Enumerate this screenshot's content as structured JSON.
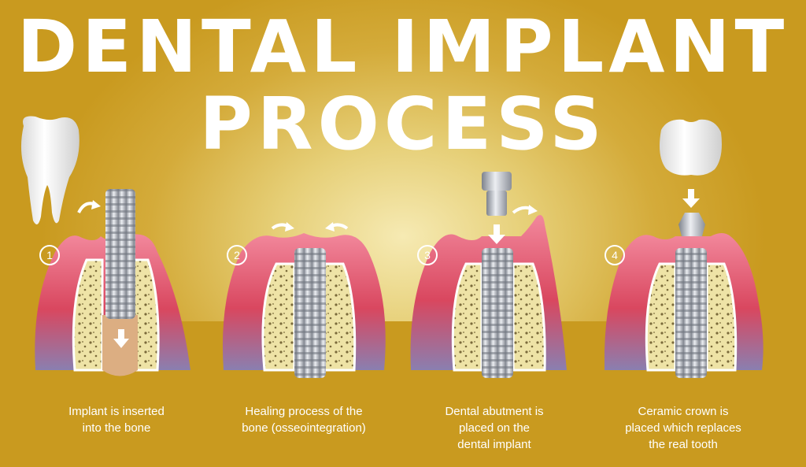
{
  "title": {
    "line1": "DENTAL IMPLANT",
    "line2": "PROCESS"
  },
  "steps": [
    {
      "number": "1",
      "caption_lines": [
        "Implant is inserted",
        "into the bone"
      ]
    },
    {
      "number": "2",
      "caption_lines": [
        "Healing process of the",
        "bone (osseointegration)"
      ]
    },
    {
      "number": "3",
      "caption_lines": [
        "Dental abutment is",
        "placed on the",
        "dental implant"
      ]
    },
    {
      "number": "4",
      "caption_lines": [
        "Ceramic crown is",
        "placed which replaces",
        "the real tooth"
      ]
    }
  ],
  "colors": {
    "background": "#c99a1f",
    "gum": "#e8627a",
    "bone": "#efe4a8",
    "implant": "#b8bcc4",
    "text": "#ffffff"
  }
}
